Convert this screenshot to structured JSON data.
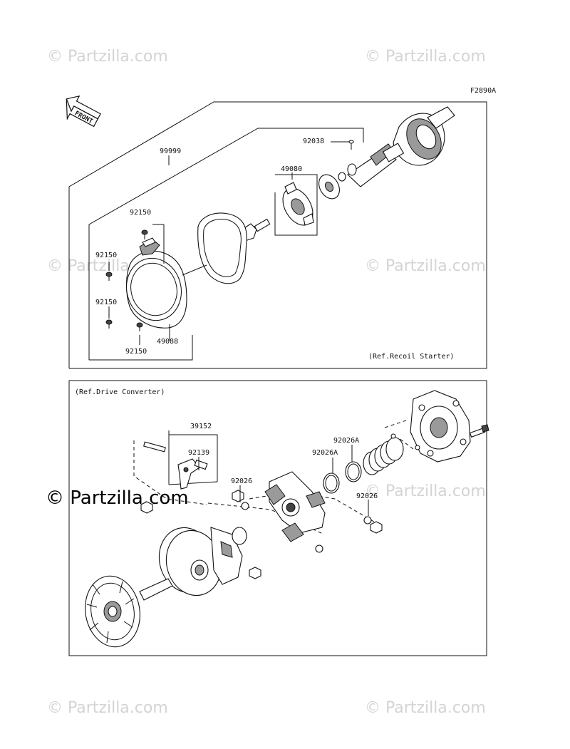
{
  "diagram": {
    "code": "F2890A",
    "front_label": "FRONT",
    "watermark": "© Partzilla.com",
    "top_section": {
      "ref_label": "(Ref.Recoil Starter)",
      "callouts": [
        "99999",
        "92038",
        "49080",
        "92150",
        "92150",
        "92150",
        "92150",
        "49088"
      ]
    },
    "bottom_section": {
      "ref_label": "(Ref.Drive Converter)",
      "callouts": [
        "39152",
        "92139",
        "92026",
        "92026A",
        "92026A",
        "92026"
      ]
    }
  }
}
